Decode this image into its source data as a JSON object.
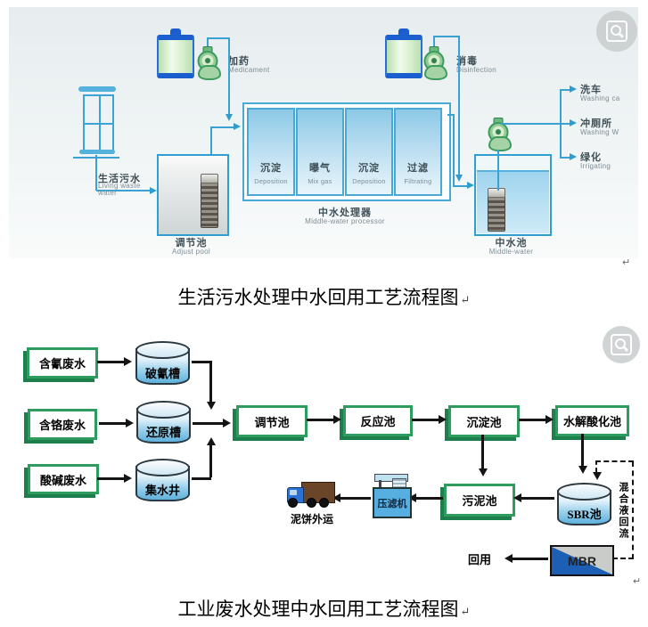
{
  "page": {
    "caption1": "生活污水处理中水回用工艺流程图",
    "caption2": "工业废水处理中水回用工艺流程图",
    "return_mark": "↵"
  },
  "icons": {
    "watermark": "image-search-icon",
    "truck": "truck-icon",
    "pump": "pump-icon"
  },
  "colors": {
    "pipe_blue": "#3aa2d2",
    "process_green": "#2e9b5f",
    "water_blue": "#9ed2ec",
    "mbr_blue": "#1d5fb5",
    "drum_cap_blue": "#1b5ecd"
  },
  "d1": {
    "medicament_zh": "加药",
    "medicament_en": "Medicament",
    "disinfection_zh": "消毒",
    "disinfection_en": "Disinfection",
    "influent_zh": "生活污水",
    "influent_en1": "Living waste",
    "influent_en2": "water",
    "adjust_zh": "调节池",
    "adjust_en": "Adjust pool",
    "processor_zh": "中水处理器",
    "processor_en": "Middle-water processor",
    "cells": [
      {
        "zh": "沉淀",
        "en": "Deposition"
      },
      {
        "zh": "曝气",
        "en": "Mix gas"
      },
      {
        "zh": "沉淀",
        "en": "Deposition"
      },
      {
        "zh": "过滤",
        "en": "Filtrating"
      }
    ],
    "midwater_zh": "中水池",
    "midwater_en": "Middle-water",
    "uses": [
      {
        "zh": "洗车",
        "en": "Washing ca"
      },
      {
        "zh": "冲厕所",
        "en": "Washing W"
      },
      {
        "zh": "绿化",
        "en": "Irrigating"
      }
    ]
  },
  "d2": {
    "inputs": [
      "含氰废水",
      "含铬废水",
      "酸碱废水"
    ],
    "tanks": [
      "破氰槽",
      "还原槽",
      "集水井"
    ],
    "stages": [
      "调节池",
      "反应池",
      "沉淀池",
      "水解酸化池"
    ],
    "sludge": "污泥池",
    "press": "压滤机",
    "mudout": "泥饼外运",
    "sbr": "SBR池",
    "mbr": "MBR",
    "reuse": "回用",
    "recycle": "混合液回流"
  }
}
